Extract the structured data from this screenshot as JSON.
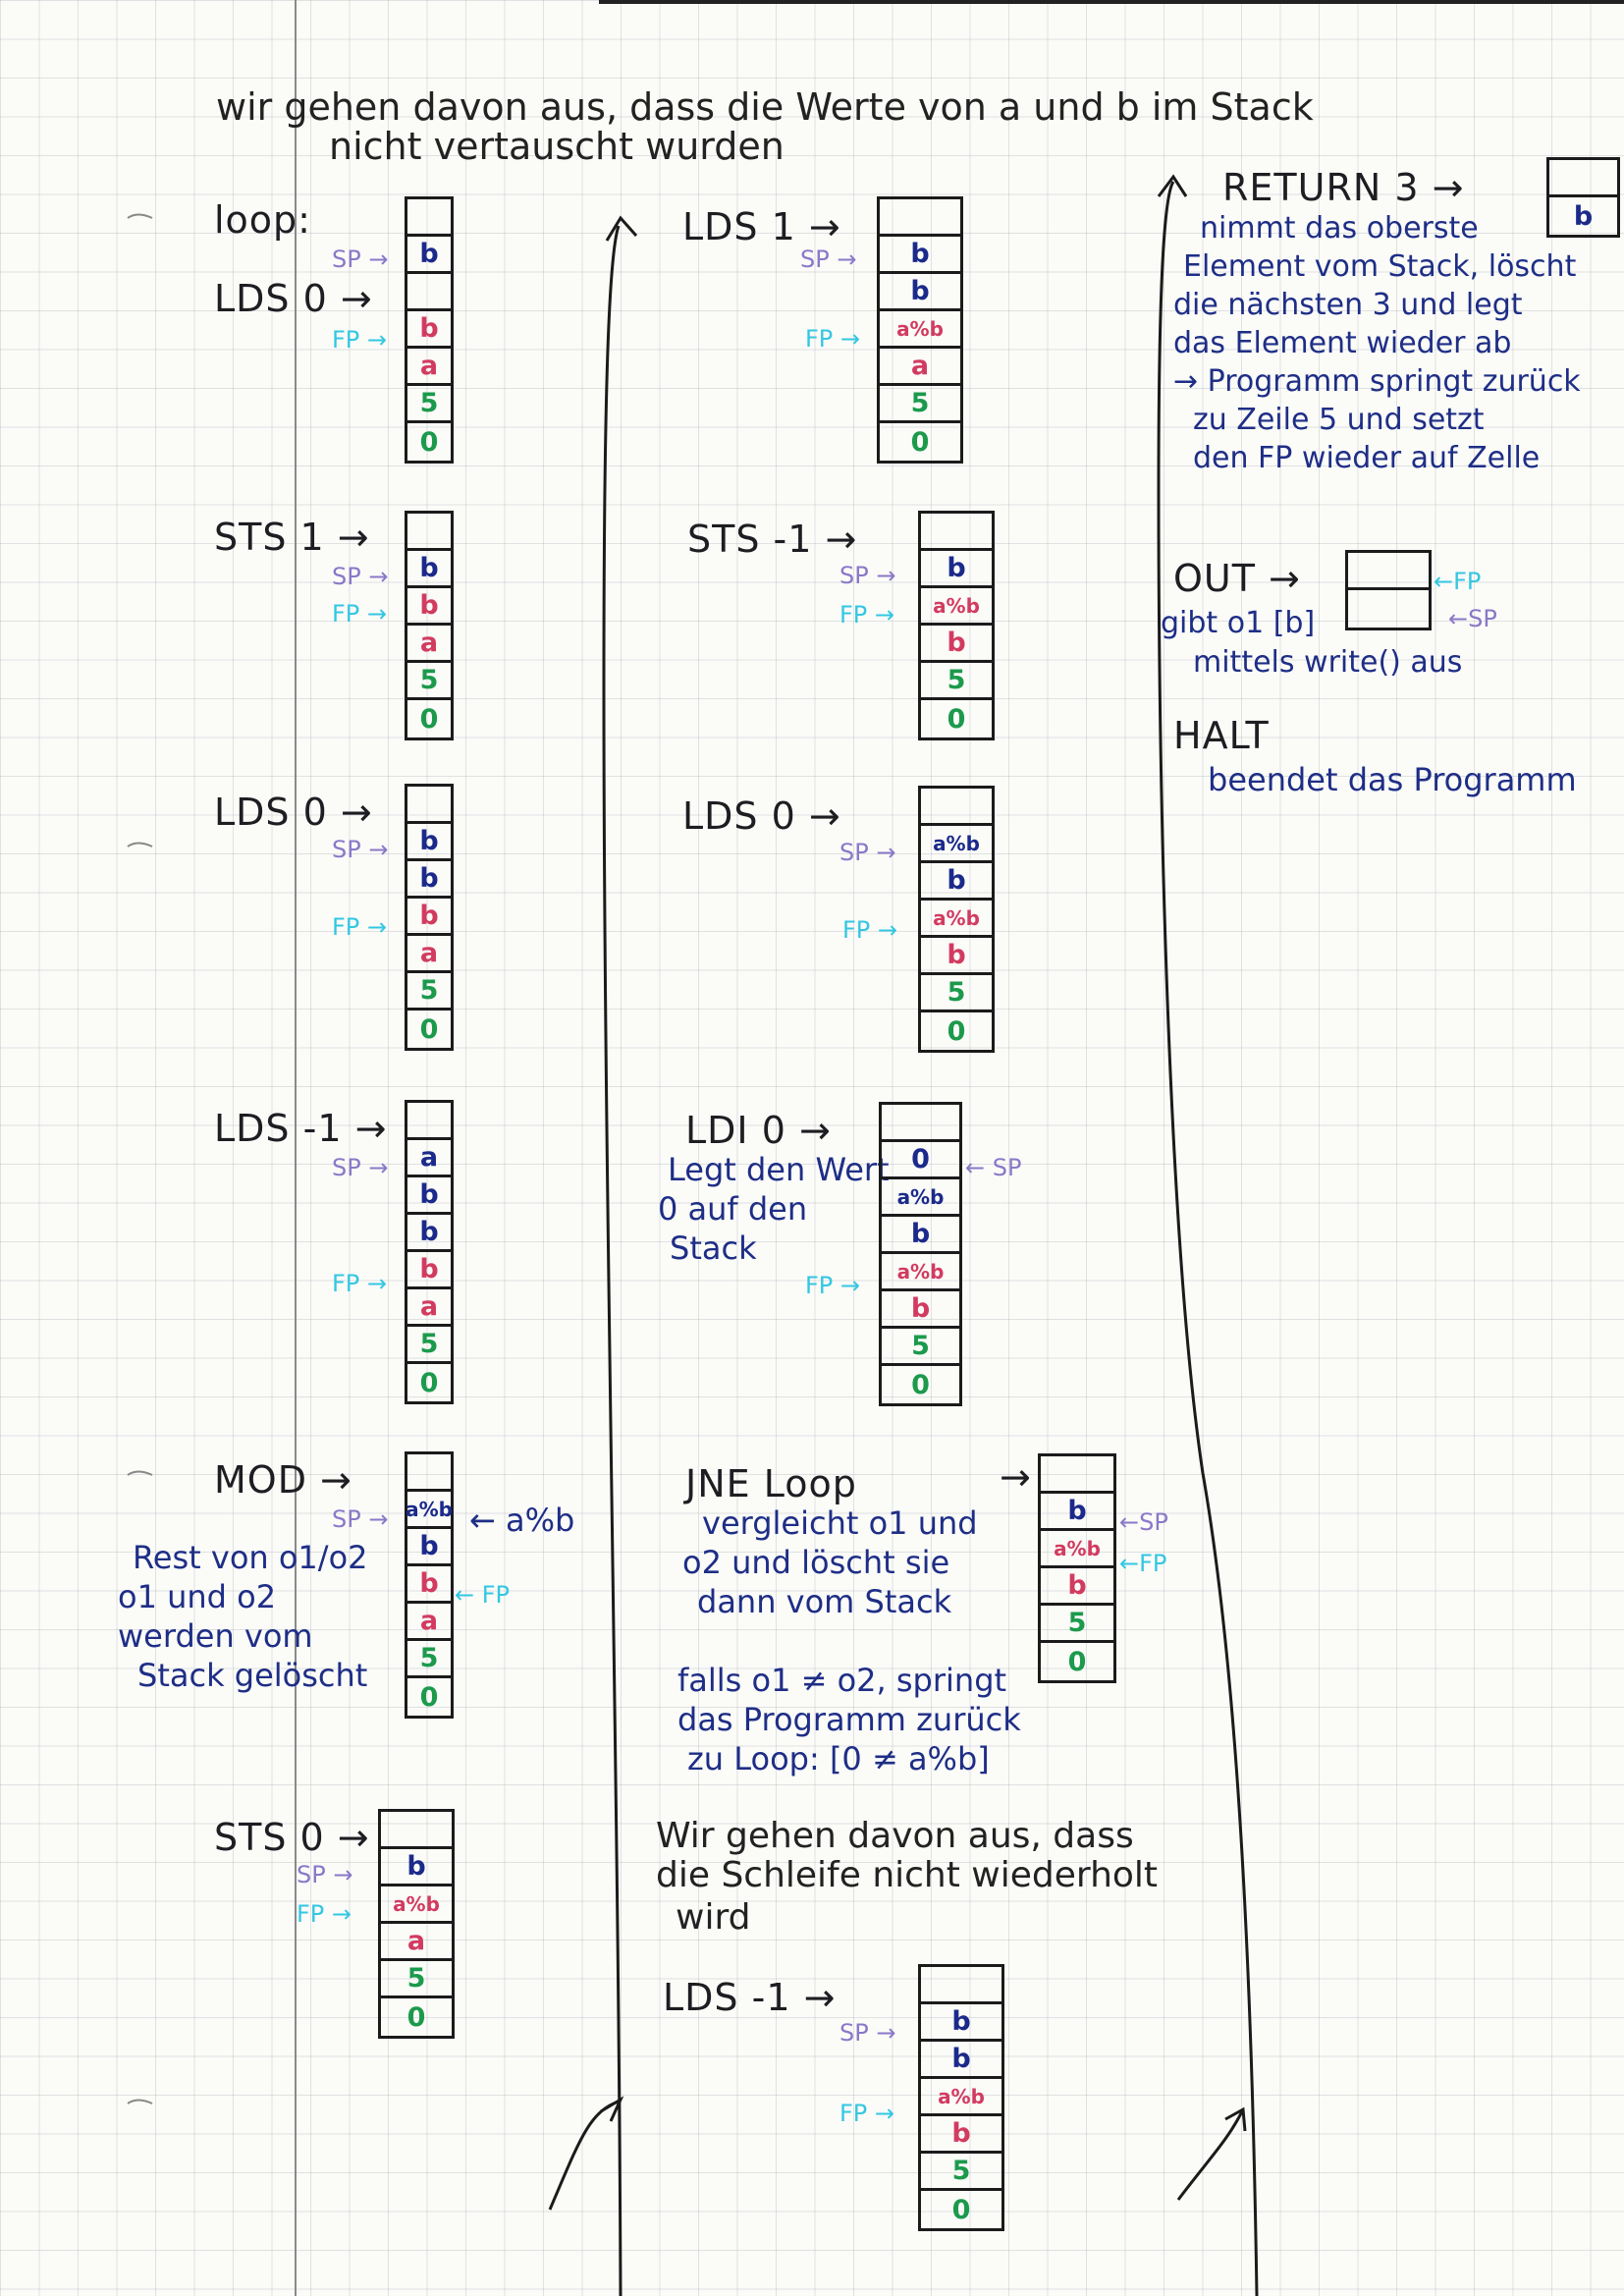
{
  "intro": {
    "line1": "wir gehen davon aus, dass die Werte von a und b im Stack",
    "line2": "nicht vertauscht wurden"
  },
  "pointers": {
    "sp": "SP →",
    "fp": "FP →",
    "sp_right": "← SP",
    "fp_right": "← FP",
    "sp_left": "←SP",
    "fp_left": "←FP"
  },
  "left_column": {
    "label_loop": "loop:",
    "steps": [
      {
        "cmd": "LDS 0 →",
        "cells": [
          "",
          "b",
          "",
          "b",
          "a",
          "5",
          "0"
        ]
      },
      {
        "cmd": "STS 1 →",
        "cells": [
          "",
          "b",
          "b",
          "a",
          "5",
          "0"
        ]
      },
      {
        "cmd": "LDS 0 →",
        "cells": [
          "",
          "b",
          "b",
          "b",
          "a",
          "5",
          "0"
        ]
      },
      {
        "cmd": "LDS -1 →",
        "cells": [
          "",
          "a",
          "b",
          "b",
          "b",
          "a",
          "5",
          "0"
        ]
      },
      {
        "cmd": "MOD →",
        "cells": [
          "",
          "a%b",
          "b",
          "b",
          "a",
          "5",
          "0"
        ],
        "sp_note": "← a%b",
        "note": [
          "Rest von o1/o2",
          "o1 und o2",
          "werden vom",
          "Stack gelöscht"
        ]
      },
      {
        "cmd": "STS 0 →",
        "cells": [
          "",
          "b",
          "a%b",
          "a",
          "5",
          "0"
        ]
      }
    ]
  },
  "middle_column": {
    "steps": [
      {
        "cmd": "LDS 1 →",
        "cells": [
          "",
          "b",
          "b",
          "a%b",
          "a",
          "5",
          "0"
        ]
      },
      {
        "cmd": "STS -1 →",
        "cells": [
          "",
          "b",
          "a%b",
          "b",
          "5",
          "0"
        ]
      },
      {
        "cmd": "LDS 0 →",
        "cells": [
          "",
          "a%b",
          "b",
          "a%b",
          "b",
          "5",
          "0"
        ]
      },
      {
        "cmd": "LDI 0 →",
        "cells": [
          "",
          "0",
          "a%b",
          "b",
          "a%b",
          "b",
          "5",
          "0"
        ],
        "note": [
          "Legt den Wert",
          "0 auf den",
          "Stack"
        ]
      },
      {
        "cmd": "JNE Loop",
        "arrow": "→",
        "cells": [
          "",
          "b",
          "a%b",
          "b",
          "5",
          "0"
        ],
        "note": [
          "vergleicht o1 und",
          "o2 und löscht sie",
          "dann vom Stack"
        ],
        "note2": [
          "falls o1 ≠ o2, springt",
          "das Programm zurück",
          "zu Loop: [0 ≠ a%b]"
        ]
      },
      {
        "assumption": [
          "Wir gehen davon aus, dass",
          "die Schleife nicht wiederholt",
          "wird"
        ]
      },
      {
        "cmd": "LDS -1 →",
        "cells": [
          "",
          "b",
          "b",
          "a%b",
          "b",
          "5",
          "0"
        ]
      }
    ]
  },
  "right_column": {
    "return_cmd": "RETURN 3 →",
    "return_cells": [
      "",
      "b"
    ],
    "return_note": [
      "nimmt das oberste",
      "Element vom Stack, löscht",
      "die nächsten 3 und legt",
      "das Element wieder ab",
      "→ Programm springt zurück",
      "zu Zeile 5 und setzt",
      "den FP wieder auf Zelle"
    ],
    "out_cmd": "OUT →",
    "out_cells": [
      "",
      ""
    ],
    "out_note": [
      "gibt o1 [b]",
      "mittels write() aus"
    ],
    "halt_cmd": "HALT",
    "halt_note": "beendet das Programm"
  }
}
